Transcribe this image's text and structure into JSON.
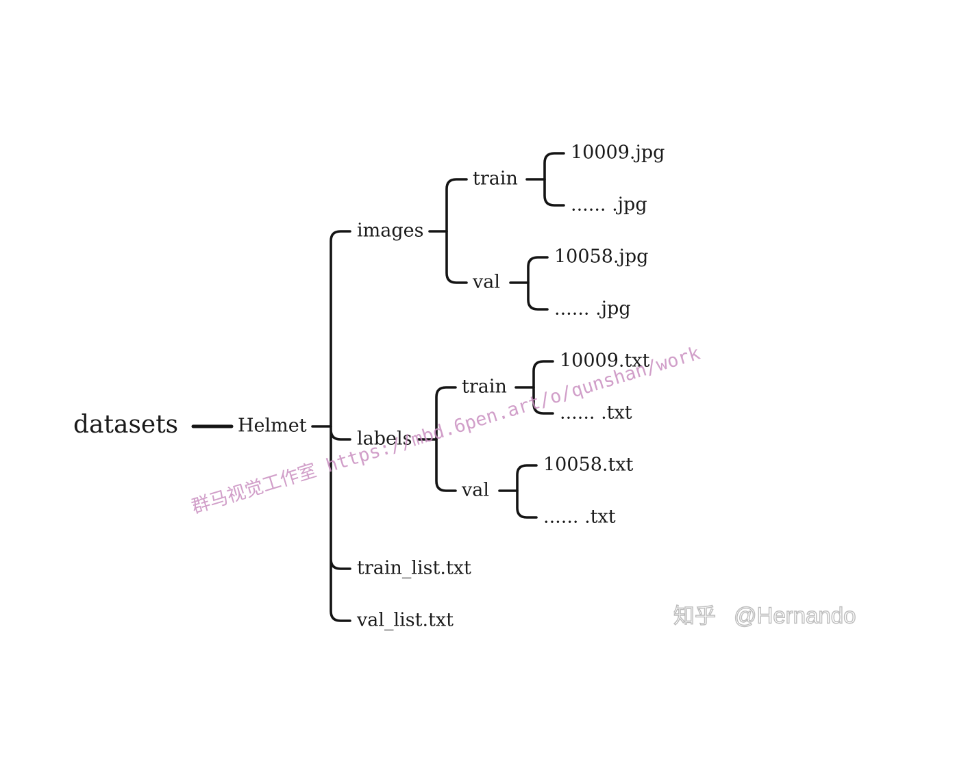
{
  "tree": {
    "root": "datasets",
    "dataset": "Helmet",
    "images": {
      "label": "images",
      "train": {
        "label": "train",
        "files": [
          "10009.jpg",
          "...... .jpg"
        ]
      },
      "val": {
        "label": "val",
        "files": [
          "10058.jpg",
          "...... .jpg"
        ]
      }
    },
    "labels": {
      "label": "labels",
      "train": {
        "label": "train",
        "files": [
          "10009.txt",
          "...... .txt"
        ]
      },
      "val": {
        "label": "val",
        "files": [
          "10058.txt",
          "...... .txt"
        ]
      }
    },
    "train_list": "train_list.txt",
    "val_list": "val_list.txt"
  },
  "watermark": {
    "text": "群马视觉工作室 https://mbd.6pen.art/o/qunshan/work",
    "color": "#c98fc0"
  },
  "credit": {
    "site": "知乎",
    "author": "@Hernando"
  },
  "colors": {
    "line": "#141414",
    "text": "#1a1a1a"
  }
}
